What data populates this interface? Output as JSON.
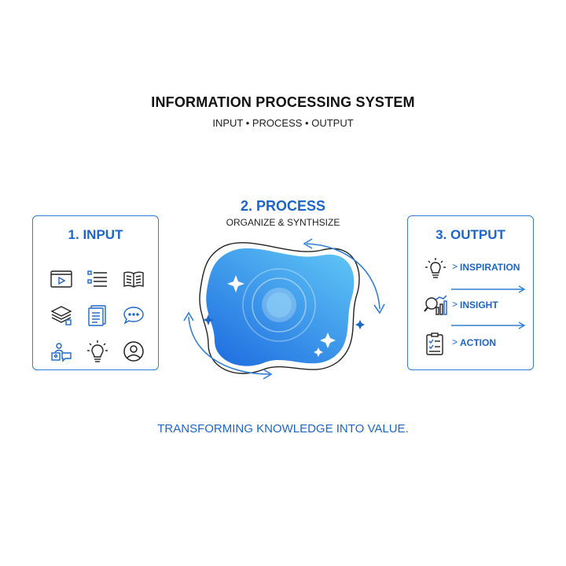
{
  "header": {
    "title": "INFORMATION PROCESSING SYSTEM",
    "subtitle": "INPUT • PROCESS • OUTPUT"
  },
  "input": {
    "title": "1. INPUT",
    "icons": [
      "video-player-icon",
      "list-icon",
      "book-icon",
      "layers-icon",
      "documents-icon",
      "chat-bubble-icon",
      "people-chat-icon",
      "lightbulb-icon",
      "person-circle-icon"
    ]
  },
  "process": {
    "title": "2. PROCESS",
    "subtitle": "ORGANIZE & SYNTHSIZE"
  },
  "output": {
    "title": "3. OUTPUT",
    "items": [
      {
        "label": "INSPIRATION",
        "icon": "lightbulb-icon"
      },
      {
        "label": "INSIGHT",
        "icon": "magnifier-chart-icon"
      },
      {
        "label": "ACTION",
        "icon": "checklist-icon"
      }
    ]
  },
  "footer": {
    "tagline": "TRANSFORMING KNOWLEDGE INTO VALUE."
  },
  "colors": {
    "accent": "#1d66c9",
    "border": "#2f7fd6",
    "blob_light": "#5ec4f5",
    "blob_dark": "#1f6ee0"
  }
}
